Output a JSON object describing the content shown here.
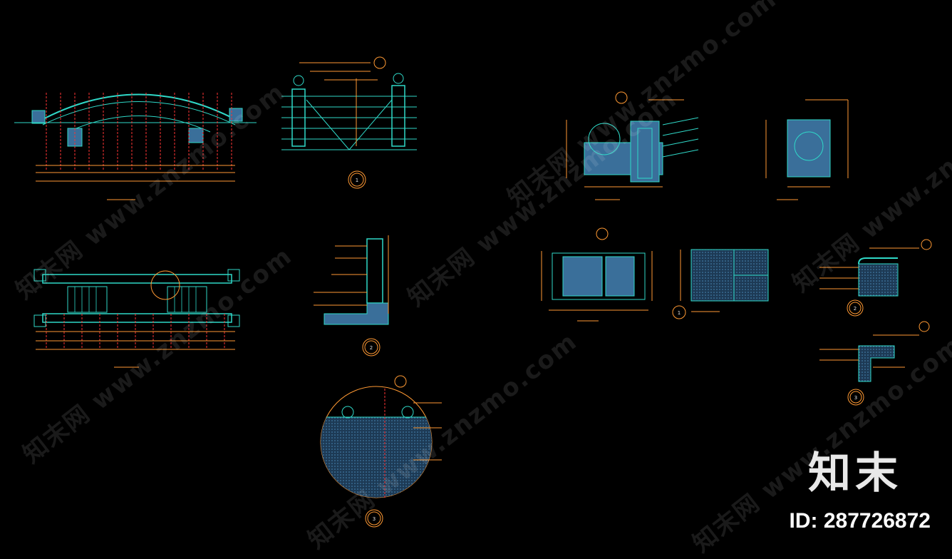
{
  "drawing": {
    "detail_numbers": [
      "1",
      "2",
      "3",
      "1",
      "2",
      "3"
    ],
    "colors": {
      "background": "#000000",
      "linework": "#2fd9c8",
      "dimension": "#ff3333",
      "leader": "#ff9933",
      "text": "#e0e0e0",
      "hatch": "#3a6f9a",
      "circle": "#ff9933"
    }
  },
  "watermark": {
    "text": "知末网 www.znzmo.com",
    "brand": "知末",
    "id_label": "ID: 287726872"
  }
}
